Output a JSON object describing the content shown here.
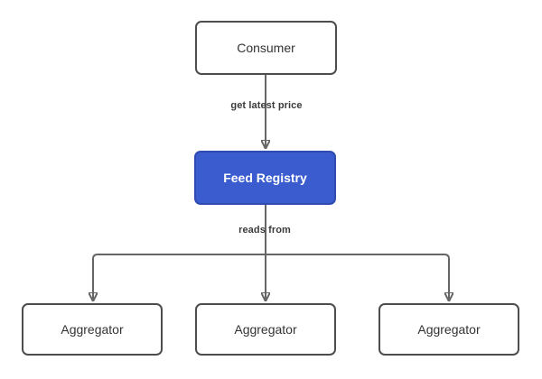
{
  "diagram": {
    "nodes": {
      "consumer": {
        "label": "Consumer"
      },
      "feed_registry": {
        "label": "Feed Registry"
      },
      "aggregator_1": {
        "label": "Aggregator"
      },
      "aggregator_2": {
        "label": "Aggregator"
      },
      "aggregator_3": {
        "label": "Aggregator"
      }
    },
    "edges": {
      "consumer_to_registry": {
        "label": "get latest price",
        "from": "Consumer",
        "to": "Feed Registry"
      },
      "registry_to_aggregators": {
        "label": "reads from",
        "from": "Feed Registry",
        "to": "Aggregator (x3)"
      }
    },
    "colors": {
      "background": "#ffffff",
      "node_fill": "#ffffff",
      "node_border": "#4d4d4d",
      "accent_fill": "#3a5ccf",
      "accent_border": "#2f4bb0",
      "accent_text": "#ffffff",
      "connector": "#666666",
      "text": "#333333",
      "label_text": "#3b3b3b"
    }
  }
}
